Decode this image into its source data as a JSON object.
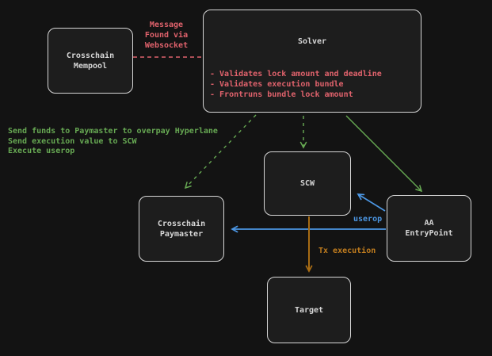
{
  "colors": {
    "background": "#131313",
    "box_fill": "#1d1d1d",
    "box_stroke": "#d6d6d6",
    "node_text": "#d6d6d6",
    "red": "#e0626c",
    "green": "#67a953",
    "blue": "#4c97e4",
    "orange": "#b5751a"
  },
  "nodes": {
    "mempool": {
      "lines": [
        "Crosschain",
        "Mempool"
      ]
    },
    "solver": {
      "title": "Solver",
      "bullets": [
        "- Validates lock amount and deadline",
        "- Validates execution bundle",
        "- Frontruns bundle lock amount"
      ]
    },
    "scw": {
      "label": "SCW"
    },
    "paymaster": {
      "lines": [
        "Crosschain",
        "Paymaster"
      ]
    },
    "entrypoint": {
      "lines": [
        "AA",
        "EntryPoint"
      ]
    },
    "target": {
      "label": "Target"
    }
  },
  "annotations": {
    "websocket_lines": [
      "Message",
      "Found via",
      "Websocket"
    ],
    "green_notes": [
      "Send funds to Paymaster to overpay Hyperlane",
      "Send execution value to SCW",
      "Execute userop"
    ],
    "userop": "userop",
    "tx_execution": "Tx execution"
  }
}
